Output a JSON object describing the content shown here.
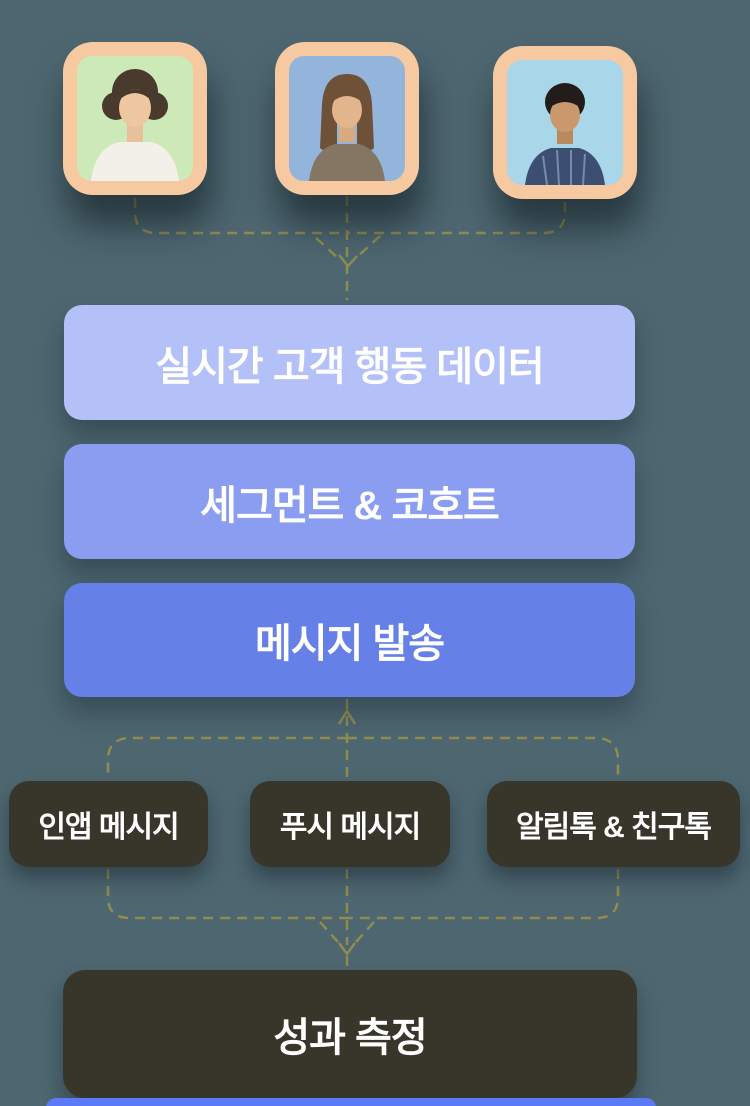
{
  "canvas": {
    "background": "#4d6670",
    "connector_color": "#8f8c4f"
  },
  "avatars": {
    "card_bg": "#f7c9a0",
    "items": [
      {
        "name": "customer-avatar-1",
        "photo_bg": "#cde9b8"
      },
      {
        "name": "customer-avatar-2",
        "photo_bg": "#93b5dc"
      },
      {
        "name": "customer-avatar-3",
        "photo_bg": "#a9d6e9"
      }
    ]
  },
  "flow": {
    "stages": [
      {
        "label": "실시간 고객 행동 데이터",
        "color": "#b4c0f8"
      },
      {
        "label": "세그먼트 & 코호트",
        "color": "#8a9df1"
      },
      {
        "label": "메시지 발송",
        "color": "#6580e6"
      }
    ],
    "channels": {
      "box_color": "#38362b",
      "items": [
        {
          "label": "인앱 메시지"
        },
        {
          "label": "푸시 메시지"
        },
        {
          "label": "알림톡 & 친구톡"
        }
      ]
    },
    "result": {
      "label": "성과 측정",
      "color": "#38362b"
    },
    "next_section_peek_color": "#5b7af7"
  }
}
